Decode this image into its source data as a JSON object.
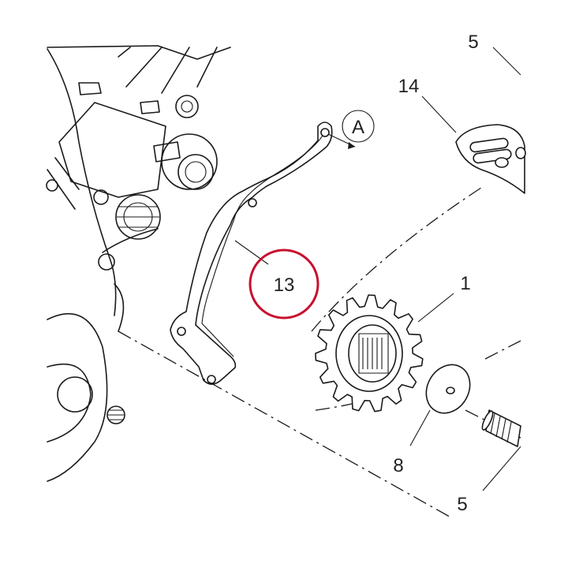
{
  "callouts": {
    "c1": "1",
    "c5": "5",
    "c8": "8",
    "c13": "13",
    "c14": "14",
    "cA": "A",
    "c_top": "5"
  },
  "highlight": {
    "target": "13",
    "color": "#c8102e"
  },
  "line_color": "#1a1a1a"
}
